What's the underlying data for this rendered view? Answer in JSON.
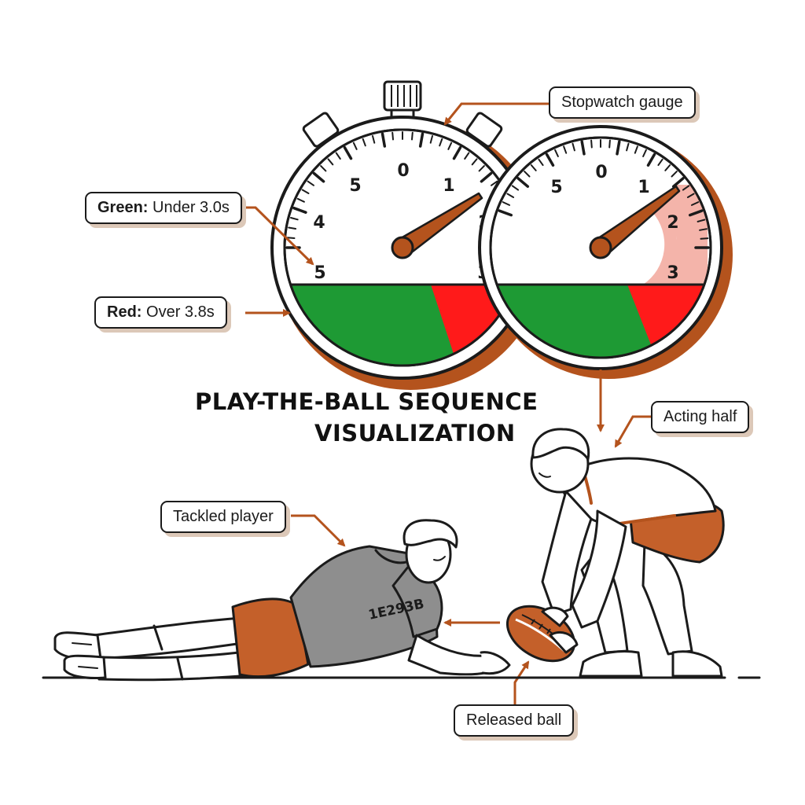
{
  "title": {
    "line1": "PLAY-THE-BALL  SEQUENCE",
    "line2": "VISUALIZATION"
  },
  "callouts": {
    "stopwatch": "Stopwatch gauge",
    "green_key": "Green:",
    "green_text": " Under 3.0s",
    "red_key": "Red:",
    "red_text": " Over 3.8s",
    "acting_half": "Acting half",
    "tackled": "Tackled player",
    "released": "Released ball"
  },
  "gauges": {
    "left": {
      "labels": [
        "5",
        "4",
        "5",
        "0",
        "1",
        "2",
        "3"
      ]
    },
    "right": {
      "labels": [
        "5",
        "0",
        "1",
        "2",
        "3"
      ]
    }
  },
  "jersey_number": "1E293B",
  "colors": {
    "accent": "#b4531d",
    "green": "#1e9a34",
    "red": "#ff1a1a",
    "pink": "#f4b4aa",
    "jersey_grey": "#8e8e8e",
    "shorts": "#c4602a",
    "outline": "#1b1b1b"
  }
}
